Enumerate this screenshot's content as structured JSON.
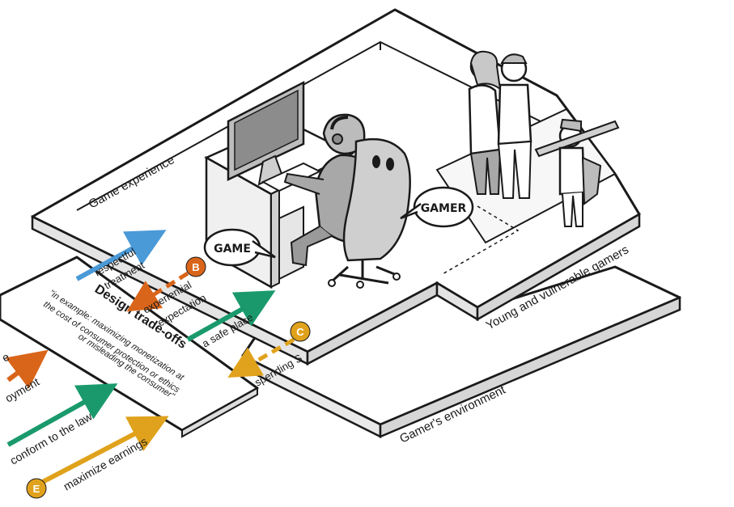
{
  "diagram": {
    "zones": {
      "game_experience": "Game experience",
      "young_gamers": "Young and vulnerable gamers",
      "environment": "Gamer's environment"
    },
    "bubbles": {
      "gamer": "GAMER",
      "game": "GAME"
    },
    "design_panel": {
      "title": "Design trade-offs",
      "caption_line1": "\"in example: maximizing monetization at",
      "caption_line2": "the cost of consumer protection or ethics",
      "caption_line3": "or misleading the consumer\""
    },
    "expectations": [
      {
        "line1": "respectful",
        "line2": "treatment",
        "color": "#4a9ad8"
      },
      {
        "line1": "experiential",
        "line2": "expectation",
        "color": "#d9651a"
      },
      {
        "line1": "a safe place",
        "line2": "",
        "color": "#1a9a6c"
      },
      {
        "line1": "spending S",
        "line2": "",
        "color": "#e0a21c"
      }
    ],
    "tradeoffs": [
      {
        "label": "e",
        "color": "#d9651a"
      },
      {
        "label": "oyment",
        "color": "#d9651a"
      },
      {
        "label": "conform to the law",
        "color": "#1a9a6c"
      },
      {
        "label": "maximize earnings",
        "color": "#e0a21c"
      }
    ],
    "badges": [
      {
        "letter": "B",
        "color": "#d9651a"
      },
      {
        "letter": "C",
        "color": "#e0a21c"
      },
      {
        "letter": "E",
        "color": "#e0a21c"
      }
    ],
    "colors": {
      "orange": "#d9651a",
      "green": "#1a9a6c",
      "blue": "#4a9ad8",
      "gold": "#e0a21c",
      "ink": "#1a1a1a"
    }
  }
}
